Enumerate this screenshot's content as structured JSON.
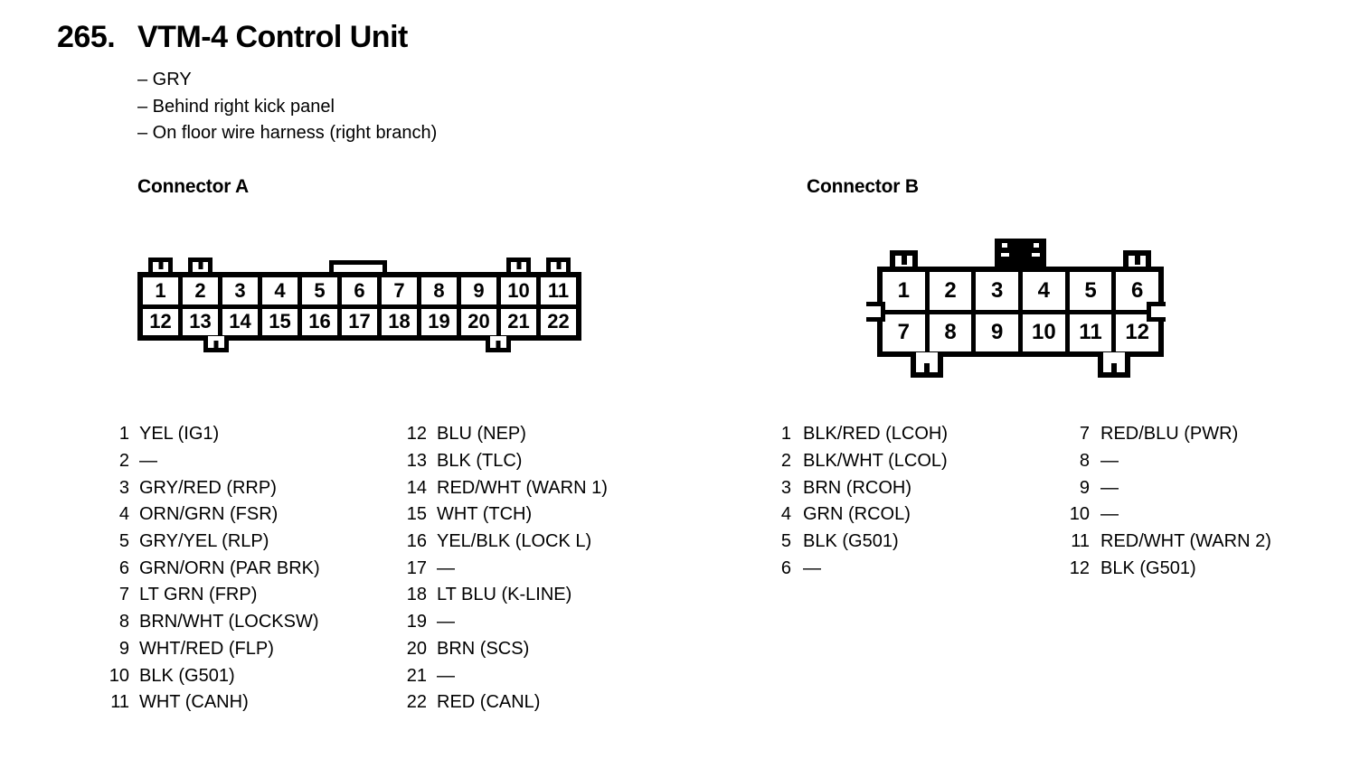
{
  "page": {
    "title_number": "265.",
    "title": "VTM-4 Control Unit",
    "notes": [
      "– GRY",
      "– Behind right kick panel",
      "– On floor wire harness (right branch)"
    ]
  },
  "colors": {
    "ink": "#000000",
    "paper": "#ffffff"
  },
  "connector_a": {
    "heading": "Connector A",
    "top_pins": [
      "1",
      "2",
      "3",
      "4",
      "5",
      "6",
      "7",
      "8",
      "9",
      "10",
      "11"
    ],
    "bottom_pins": [
      "12",
      "13",
      "14",
      "15",
      "16",
      "17",
      "18",
      "19",
      "20",
      "21",
      "22"
    ],
    "pins_col1": [
      {
        "pin": "1",
        "label": "YEL (IG1)"
      },
      {
        "pin": "2",
        "label": "—"
      },
      {
        "pin": "3",
        "label": "GRY/RED (RRP)"
      },
      {
        "pin": "4",
        "label": "ORN/GRN (FSR)"
      },
      {
        "pin": "5",
        "label": "GRY/YEL (RLP)"
      },
      {
        "pin": "6",
        "label": "GRN/ORN (PAR BRK)"
      },
      {
        "pin": "7",
        "label": "LT GRN (FRP)"
      },
      {
        "pin": "8",
        "label": "BRN/WHT (LOCKSW)"
      },
      {
        "pin": "9",
        "label": "WHT/RED (FLP)"
      },
      {
        "pin": "10",
        "label": "BLK (G501)"
      },
      {
        "pin": "11",
        "label": "WHT (CANH)"
      }
    ],
    "pins_col2": [
      {
        "pin": "12",
        "label": "BLU (NEP)"
      },
      {
        "pin": "13",
        "label": "BLK (TLC)"
      },
      {
        "pin": "14",
        "label": "RED/WHT (WARN 1)"
      },
      {
        "pin": "15",
        "label": "WHT (TCH)"
      },
      {
        "pin": "16",
        "label": "YEL/BLK (LOCK L)"
      },
      {
        "pin": "17",
        "label": "—"
      },
      {
        "pin": "18",
        "label": "LT BLU (K-LINE)"
      },
      {
        "pin": "19",
        "label": "—"
      },
      {
        "pin": "20",
        "label": "BRN (SCS)"
      },
      {
        "pin": "21",
        "label": "—"
      },
      {
        "pin": "22",
        "label": "RED (CANL)"
      }
    ]
  },
  "connector_b": {
    "heading": "Connector B",
    "top_pins": [
      "1",
      "2",
      "3",
      "4",
      "5",
      "6"
    ],
    "bottom_pins": [
      "7",
      "8",
      "9",
      "10",
      "11",
      "12"
    ],
    "pins_col1": [
      {
        "pin": "1",
        "label": "BLK/RED (LCOH)"
      },
      {
        "pin": "2",
        "label": "BLK/WHT (LCOL)"
      },
      {
        "pin": "3",
        "label": "BRN (RCOH)"
      },
      {
        "pin": "4",
        "label": "GRN (RCOL)"
      },
      {
        "pin": "5",
        "label": "BLK (G501)"
      },
      {
        "pin": "6",
        "label": "—"
      }
    ],
    "pins_col2": [
      {
        "pin": "7",
        "label": "RED/BLU (PWR)"
      },
      {
        "pin": "8",
        "label": "—"
      },
      {
        "pin": "9",
        "label": "—"
      },
      {
        "pin": "10",
        "label": "—"
      },
      {
        "pin": "11",
        "label": "RED/WHT (WARN 2)"
      },
      {
        "pin": "12",
        "label": "BLK (G501)"
      }
    ]
  }
}
